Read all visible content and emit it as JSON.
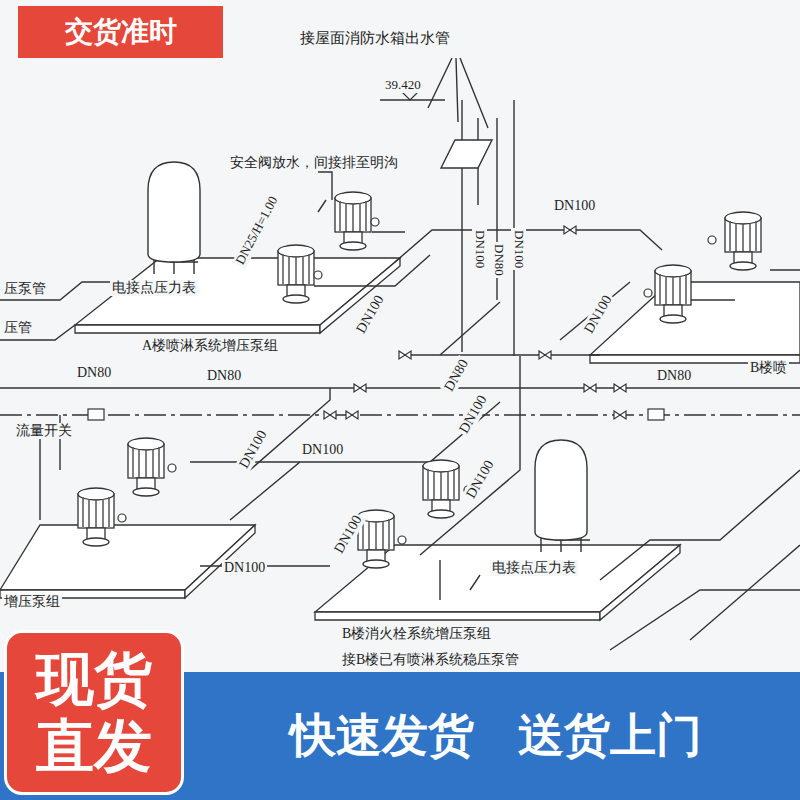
{
  "diagram": {
    "nodes": [
      {
        "text": [
          "交货准时"
        ]
      },
      {
        "text": [
          "快速发货",
          "送货上门"
        ]
      },
      {
        "text": [
          "现货 直发"
        ]
      }
    ],
    "labels": [
      "接屋面消防水箱出水管",
      "39.420",
      "安全阀放水，间接排至明沟",
      "DN25/H=1.00",
      "DN100",
      "电接点压力表",
      "压泵管",
      "A楼喷淋系统增压泵组",
      "DN100",
      "DN100",
      "DN80",
      "DN100",
      "DN100",
      "压管",
      "DN80",
      "DN80",
      "DN80",
      "DN80",
      "B楼喷",
      "DN100",
      "流量开关",
      "DN100",
      "DN100",
      "DN100",
      "DN100",
      "DN100",
      "电接点压力表",
      "增压泵组",
      "B楼消火栓系统增压泵组",
      "接B楼已有喷淋系统稳压泵管"
    ]
  }
}
